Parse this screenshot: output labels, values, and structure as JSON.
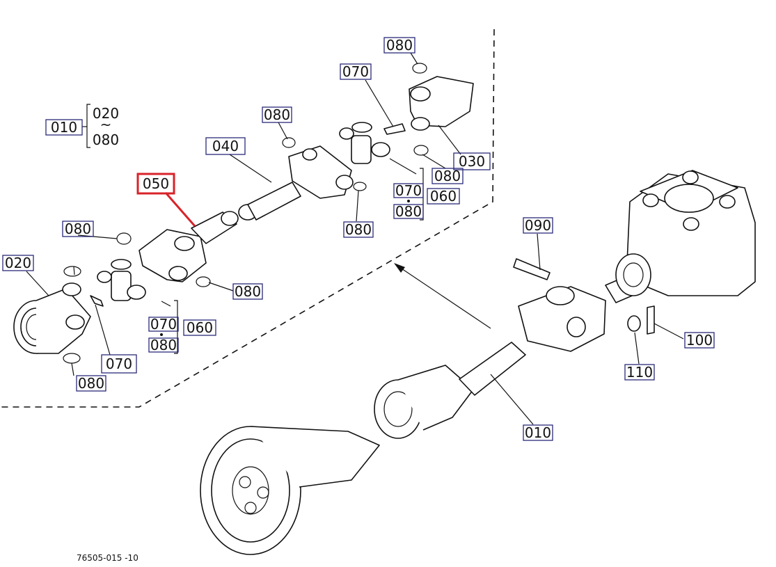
{
  "callouts": {
    "c010_top": "010",
    "c020_range": "020",
    "c080_range": "080",
    "c040": "040",
    "c050": "050",
    "c080_a": "080",
    "c080_b": "080",
    "c080_c": "080",
    "c080_d": "080",
    "c080_e": "080",
    "c080_f": "080",
    "c080_g": "080",
    "c070_a": "070",
    "c070_b": "070",
    "c070_c": "070",
    "c080_h": "080",
    "c070_d": "070",
    "c080_i": "080",
    "c060_a": "060",
    "c060_b": "060",
    "c030": "030",
    "c020": "020",
    "c090": "090",
    "c100": "100",
    "c110": "110",
    "c010_main": "010",
    "tilde": "~"
  },
  "drawing_number": "76505-015 -10",
  "highlight_color": "#d8232a",
  "box_color": "#2a2a7a"
}
